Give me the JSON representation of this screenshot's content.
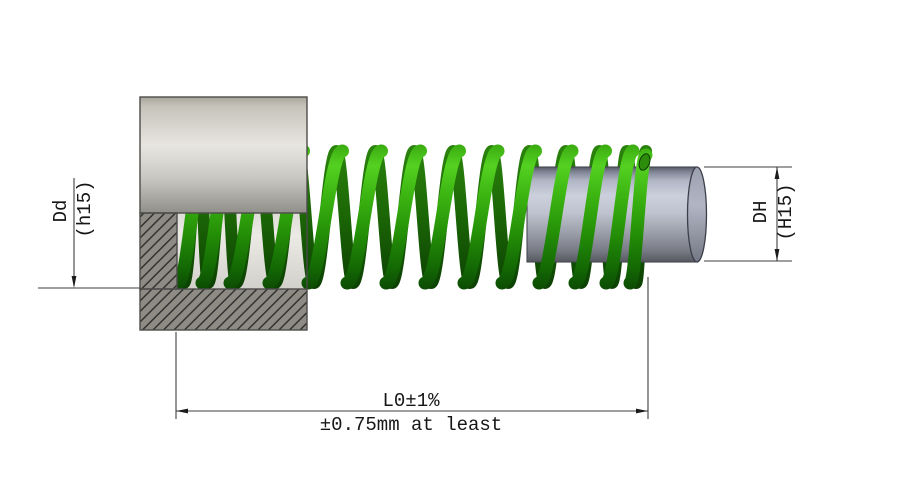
{
  "drawing": {
    "type": "die-spring-assembly-section",
    "dimensions": {
      "bore_diameter": {
        "label": "Dd",
        "tolerance": "(h15)"
      },
      "rod_diameter": {
        "label": "DH",
        "tolerance": "(H15)"
      },
      "free_length": {
        "label": "L0±1%",
        "note": "±0.75mm at least"
      }
    },
    "colors": {
      "spring_green": "#3cb412",
      "spring_highlight": "#55d121",
      "spring_shadow": "#0c4a03",
      "rod_gray": "#c6cad6",
      "housing_light": "#e8e6e0",
      "hatch_gray": "#8e8b85",
      "dimension_line": "#3f3f3d",
      "text": "#161616",
      "background": "#ffffff"
    }
  }
}
